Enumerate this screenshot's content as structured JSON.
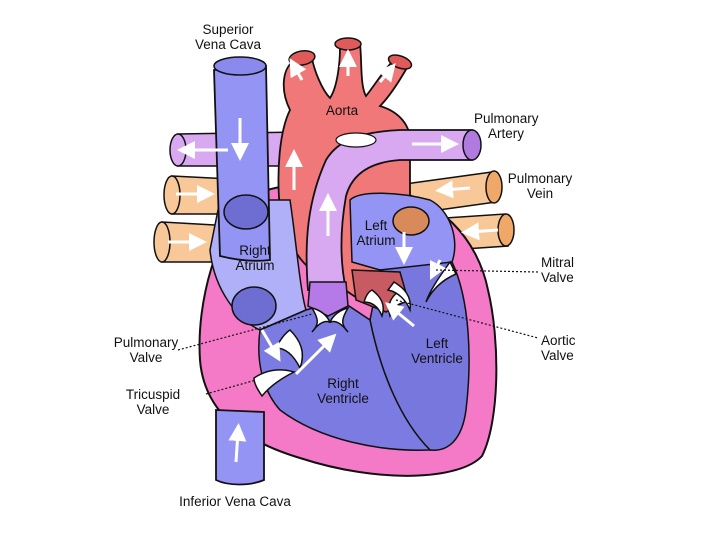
{
  "labels": {
    "superior_vena_cava": [
      "Superior",
      "Vena Cava"
    ],
    "aorta": "Aorta",
    "pulmonary_artery": [
      "Pulmonary",
      "Artery"
    ],
    "pulmonary_vein": [
      "Pulmonary",
      "Vein"
    ],
    "left_atrium": [
      "Left",
      "Atrium"
    ],
    "right_atrium": [
      "Right",
      "Atrium"
    ],
    "mitral_valve": [
      "Mitral",
      "Valve"
    ],
    "pulmonary_valve": [
      "Pulmonary",
      "Valve"
    ],
    "aortic_valve": [
      "Aortic",
      "Valve"
    ],
    "left_ventricle": [
      "Left",
      "Ventricle"
    ],
    "right_ventricle": [
      "Right",
      "Ventricle"
    ],
    "tricuspid_valve": [
      "Tricuspid",
      "Valve"
    ],
    "inferior_vena_cava": "Inferior Vena Cava"
  },
  "colors": {
    "deoxygenated": "#9494f4",
    "deoxy_dark": "#7777dd",
    "oxygenated": "#f07878",
    "oxy_dark": "#c85a64",
    "heart_wall": "#f47ac8",
    "pulmonary_artery": "#d8a8f0",
    "pulmonary_vein": "#f8c898",
    "outline": "#111111"
  }
}
